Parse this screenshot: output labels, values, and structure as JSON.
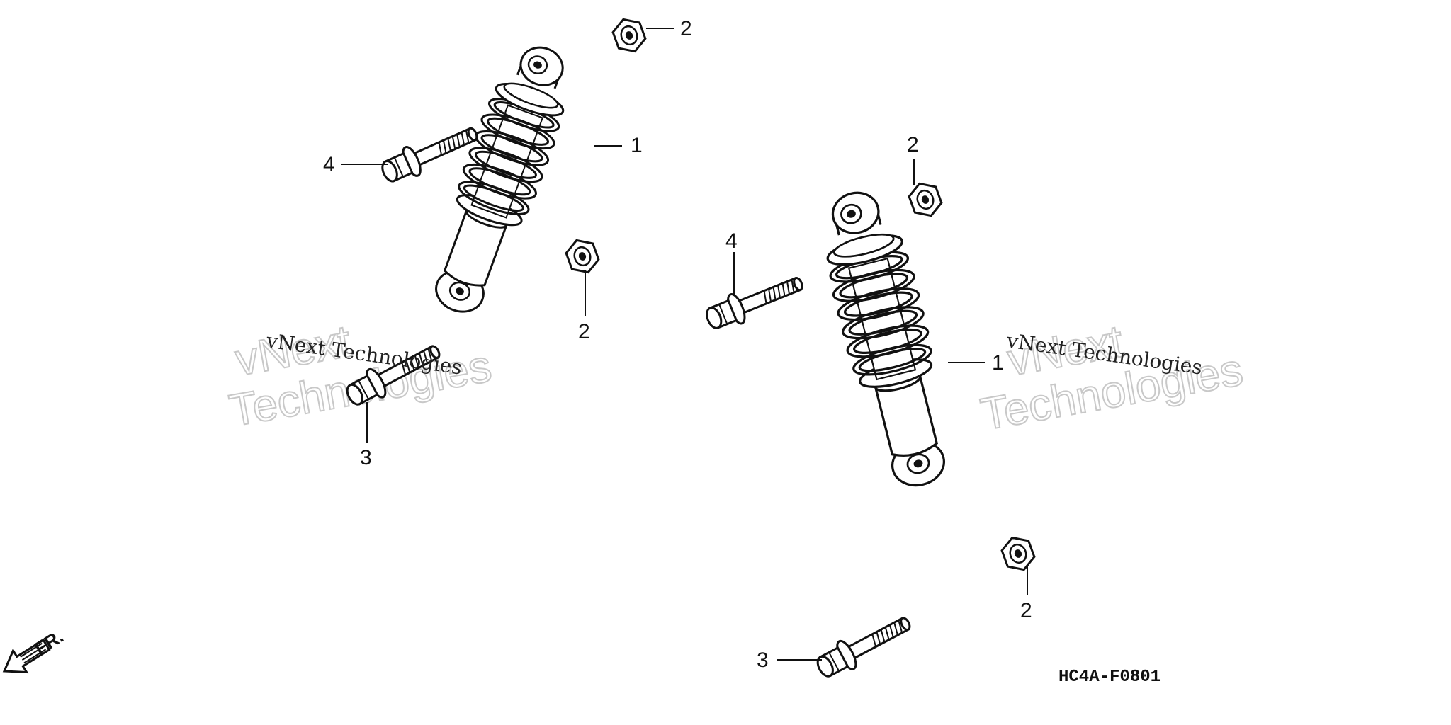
{
  "callouts": {
    "left_shock": "1",
    "right_shock": "1",
    "nut_top_left": "2",
    "nut_mid_left": "2",
    "nut_top_right": "2",
    "nut_bottom_right": "2",
    "bolt_left_lower": "3",
    "bolt_right_lower": "3",
    "bolt_left_upper": "4",
    "bolt_right_upper": "4"
  },
  "diagram_code": "HC4A-F0801",
  "direction_label": "FR.",
  "watermark": {
    "line1": "vNext",
    "line2": "Technologies",
    "small": "vNext Technologies"
  },
  "icons": {
    "front_arrow": "front-direction-arrow-icon"
  }
}
